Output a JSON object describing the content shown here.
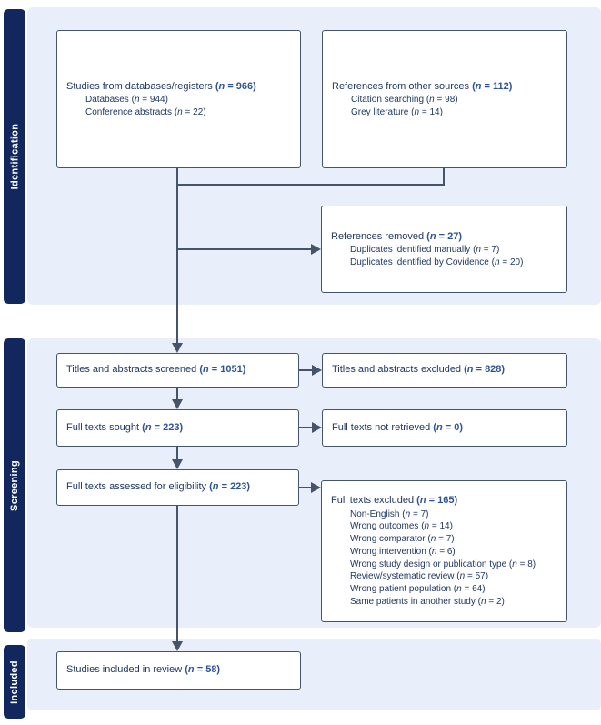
{
  "figure": {
    "type": "PRISMA flow diagram",
    "n_symbol": "n"
  },
  "stage_labels": {
    "identification": "Identification",
    "screening": "Screening",
    "included": "Included"
  },
  "boxes": [
    {
      "id": "studies_databases",
      "label": "Studies from databases/registers",
      "count": "966",
      "subitems": [
        {
          "label": "Databases",
          "count": "944"
        },
        {
          "label": "Conference abstracts",
          "count": "22"
        }
      ]
    },
    {
      "id": "references_other",
      "label": "References from other sources",
      "count": "112",
      "subitems": [
        {
          "label": "Citation searching",
          "count": "98"
        },
        {
          "label": "Grey literature",
          "count": "14"
        }
      ]
    },
    {
      "id": "references_removed",
      "label": "References removed",
      "count": "27",
      "subitems": [
        {
          "label": "Duplicates identified manually",
          "count": "7"
        },
        {
          "label": "Duplicates identified by Covidence",
          "count": "20"
        }
      ]
    },
    {
      "id": "titles_screened",
      "label": "Titles and abstracts screened",
      "count": "1051",
      "subitems": []
    },
    {
      "id": "titles_excluded",
      "label": "Titles and abstracts excluded",
      "count": "828",
      "subitems": []
    },
    {
      "id": "full_texts_sought",
      "label": "Full texts sought",
      "count": "223",
      "subitems": []
    },
    {
      "id": "full_texts_not_retrieved",
      "label": "Full texts not retrieved",
      "count": "0",
      "subitems": []
    },
    {
      "id": "full_texts_assessed",
      "label": "Full texts assessed for eligibility",
      "count": "223",
      "subitems": []
    },
    {
      "id": "full_texts_excluded",
      "label": "Full texts excluded",
      "count": "165",
      "subitems": [
        {
          "label": "Non-English",
          "count": "7"
        },
        {
          "label": "Wrong outcomes",
          "count": "14"
        },
        {
          "label": "Wrong comparator",
          "count": "7"
        },
        {
          "label": "Wrong intervention",
          "count": "6"
        },
        {
          "label": "Wrong study design or publication type",
          "count": "8"
        },
        {
          "label": "Review/systematic review",
          "count": "57"
        },
        {
          "label": "Wrong patient population",
          "count": "64"
        },
        {
          "label": "Same patients in another study",
          "count": "2"
        }
      ]
    },
    {
      "id": "studies_included",
      "label": "Studies included in review",
      "count": "58",
      "subitems": []
    }
  ],
  "colors": {
    "sidebar_navy": "#12275d",
    "band_blue": "#e9effa",
    "box_border": "#44546a",
    "arrow": "#44546a",
    "count_blue": "#2f5496",
    "text_navy": "#1f3864"
  }
}
